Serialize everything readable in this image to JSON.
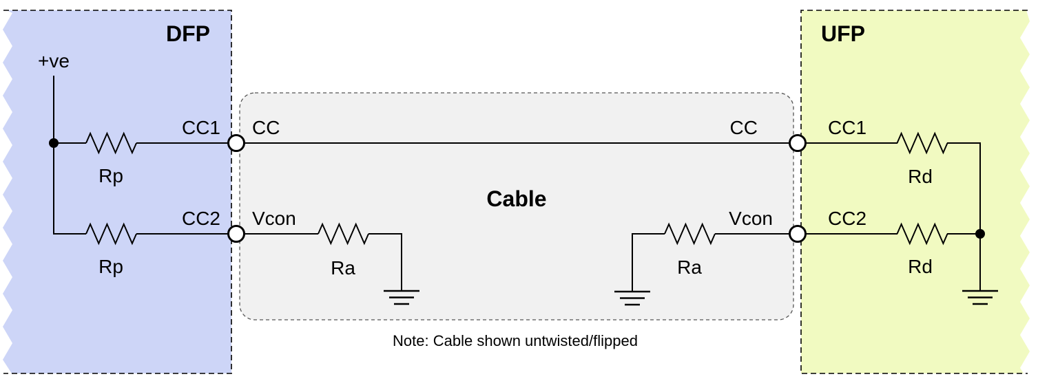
{
  "colors": {
    "dfp_fill": "#cdd5f7",
    "ufp_fill": "#f1fac1",
    "cable_fill": "#f1f1f1",
    "line": "#000000"
  },
  "dfp": {
    "title": "DFP",
    "supply_label": "+ve",
    "cc1_label": "CC1",
    "cc2_label": "CC2",
    "rp_top_label": "Rp",
    "rp_bottom_label": "Rp"
  },
  "cable": {
    "title": "Cable",
    "cc_left_label": "CC",
    "cc_right_label": "CC",
    "vcon_left_label": "Vcon",
    "vcon_right_label": "Vcon",
    "ra_left_label": "Ra",
    "ra_right_label": "Ra"
  },
  "ufp": {
    "title": "UFP",
    "cc1_label": "CC1",
    "cc2_label": "CC2",
    "rd_top_label": "Rd",
    "rd_bottom_label": "Rd"
  },
  "note": "Note: Cable shown untwisted/flipped"
}
